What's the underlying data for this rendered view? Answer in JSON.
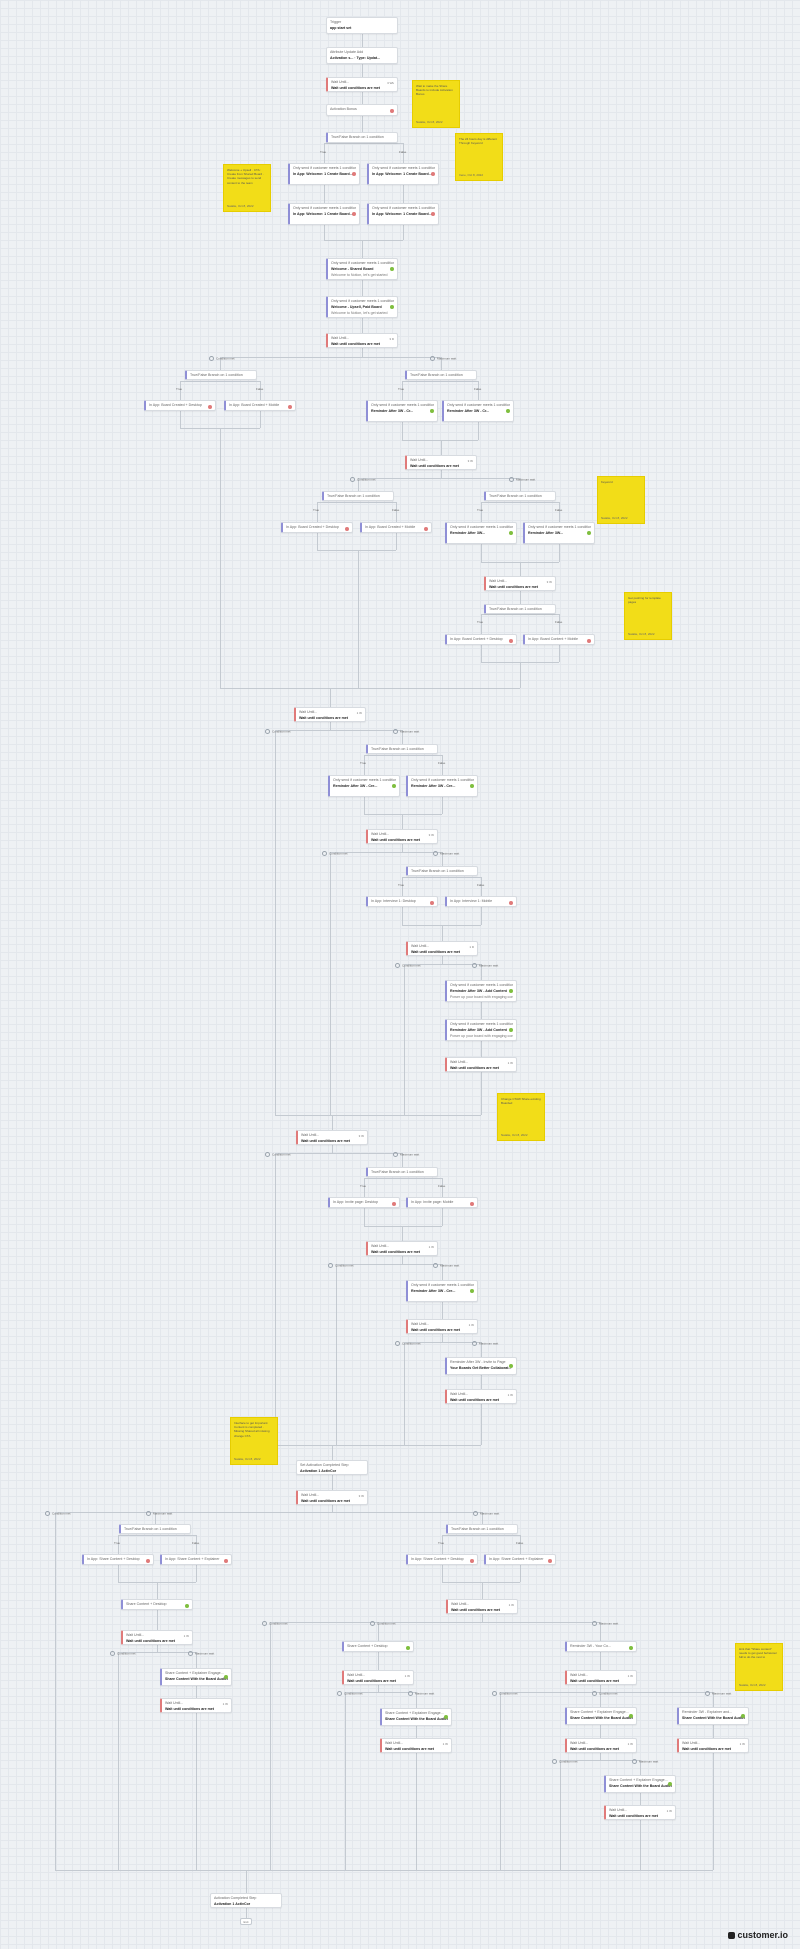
{
  "colors": {
    "note": "#f2dd18",
    "wait": "#e07a7a",
    "branch": "#8f8fd6",
    "good": "#7fbf3f",
    "bad": "#e07a7a",
    "wire": "#c4cad1"
  },
  "brand": {
    "name": "customer.io"
  },
  "labels": {
    "true": "True",
    "false": "False",
    "condition_met": "Condition met",
    "max_wait": "Maximum wait",
    "exit": "Exit"
  },
  "nodes": [
    {
      "id": "trigger",
      "title": "Trigger",
      "sub": "app start set",
      "type": "plain",
      "status": "none"
    },
    {
      "id": "attr1",
      "title": "Attribute Update Add",
      "sub": "Activation s... · Type: Updat...",
      "type": "plain",
      "status": "none"
    },
    {
      "id": "wait1",
      "title": "Wait Until...",
      "sub": "Wait until conditions are met",
      "type": "wait",
      "status": "none",
      "tag": "3 Wk"
    },
    {
      "id": "attr2",
      "title": "Activation Bonus",
      "sub": "",
      "type": "plain",
      "status": "bad"
    },
    {
      "id": "tb1",
      "title": "True/False Branch on 1 condition",
      "sub": "",
      "type": "branch",
      "status": "none"
    },
    {
      "id": "m1",
      "title": "Only send if customer meets 1 condition",
      "sub": "In App: Welcome: 1 Create Board...",
      "type": "msg",
      "status": "bad"
    },
    {
      "id": "m2",
      "title": "Only send if customer meets 1 condition",
      "sub": "In App: Welcome: 1 Create Board...",
      "type": "msg",
      "status": "bad"
    },
    {
      "id": "m3",
      "title": "Only send if customer meets 1 condition",
      "sub": "In App: Welcome: 1 Create Board...",
      "type": "msg",
      "status": "bad"
    },
    {
      "id": "m4",
      "title": "Only send if customer meets 1 condition",
      "sub": "In App: Welcome: 1 Create Board...",
      "type": "msg",
      "status": "bad"
    },
    {
      "id": "m5",
      "title": "Only send if customer meets 1 condition",
      "sub": "Welcome - Shared Board",
      "sub2": "Welcome to Notion, let's get started",
      "type": "msg",
      "status": "good"
    },
    {
      "id": "m6",
      "title": "Only send if customer meets 1 condition",
      "sub": "Welcome - Upsell, Paid Board",
      "sub2": "Welcome to Notion, let's get started",
      "type": "msg",
      "status": "good"
    },
    {
      "id": "wait2",
      "title": "Wait Until...",
      "sub": "Wait until conditions are met",
      "type": "wait",
      "status": "none",
      "tag": "3 D"
    },
    {
      "id": "tb2",
      "title": "True/False Branch on 1 condition",
      "sub": "",
      "type": "branch",
      "status": "none"
    },
    {
      "id": "tb3",
      "title": "True/False Branch on 1 condition",
      "sub": "",
      "type": "branch",
      "status": "none"
    },
    {
      "id": "ia1",
      "title": "In App: Board Created + Desktop",
      "sub": "",
      "type": "msg",
      "status": "bad"
    },
    {
      "id": "ia2",
      "title": "In App: Board Created + Mobile",
      "sub": "",
      "type": "msg",
      "status": "bad"
    },
    {
      "id": "m7",
      "title": "Only send if customer meets 1 condition",
      "sub": "Reminder After 3W - Cr...",
      "type": "msg",
      "status": "good"
    },
    {
      "id": "m8",
      "title": "Only send if customer meets 1 condition",
      "sub": "Reminder After 3W - Cr...",
      "type": "msg",
      "status": "good"
    },
    {
      "id": "wait3",
      "title": "Wait Until...",
      "sub": "Wait until conditions are met",
      "type": "wait",
      "status": "none",
      "tag": "3 W"
    },
    {
      "id": "tb4",
      "title": "True/False Branch on 1 condition",
      "sub": "",
      "type": "branch",
      "status": "none"
    },
    {
      "id": "tb5",
      "title": "True/False Branch on 1 condition",
      "sub": "",
      "type": "branch",
      "status": "none"
    },
    {
      "id": "ia3",
      "title": "In App: Board Created + Desktop",
      "sub": "",
      "type": "msg",
      "status": "bad"
    },
    {
      "id": "ia4",
      "title": "In App: Board Created + Mobile",
      "sub": "",
      "type": "msg",
      "status": "bad"
    },
    {
      "id": "m9",
      "title": "Only send if customer meets 1 condition",
      "sub": "Reminder After 3W...",
      "type": "msg",
      "status": "good"
    },
    {
      "id": "m10",
      "title": "Only send if customer meets 1 condition",
      "sub": "Reminder After 3W...",
      "type": "msg",
      "status": "good"
    },
    {
      "id": "wait4",
      "title": "Wait Until...",
      "sub": "Wait until conditions are met",
      "type": "wait",
      "status": "none",
      "tag": "3 W"
    },
    {
      "id": "tb6",
      "title": "True/False Branch on 1 condition",
      "sub": "",
      "type": "branch",
      "status": "none"
    },
    {
      "id": "ia5",
      "title": "In App: Board Content + Desktop",
      "sub": "",
      "type": "msg",
      "status": "bad"
    },
    {
      "id": "ia6",
      "title": "In App: Board Content + Mobile",
      "sub": "",
      "type": "msg",
      "status": "bad"
    },
    {
      "id": "wait5",
      "title": "Wait Until...",
      "sub": "Wait until conditions are met",
      "type": "wait",
      "status": "none",
      "tag": "1 W"
    },
    {
      "id": "tb7",
      "title": "True/False Branch on 1 condition",
      "sub": "",
      "type": "branch",
      "status": "none"
    },
    {
      "id": "m11",
      "title": "Only send if customer meets 1 condition",
      "sub": "Reminder After 3W - Cre...",
      "type": "msg",
      "status": "good"
    },
    {
      "id": "m12",
      "title": "Only send if customer meets 1 condition",
      "sub": "Reminder After 3W - Cre...",
      "type": "msg",
      "status": "good"
    },
    {
      "id": "wait6",
      "title": "Wait Until...",
      "sub": "Wait until conditions are met",
      "type": "wait",
      "status": "none",
      "tag": "3 W"
    },
    {
      "id": "tb8",
      "title": "True/False Branch on 1 condition",
      "sub": "",
      "type": "branch",
      "status": "none"
    },
    {
      "id": "ia7",
      "title": "In App: Interview 1: Desktop",
      "sub": "",
      "type": "msg",
      "status": "bad"
    },
    {
      "id": "ia8",
      "title": "In App: Interview 1: Mobile",
      "sub": "",
      "type": "msg",
      "status": "bad"
    },
    {
      "id": "wait7",
      "title": "Wait Until...",
      "sub": "Wait until conditions are met",
      "type": "wait",
      "status": "none",
      "tag": "1 D"
    },
    {
      "id": "m13",
      "title": "Only send if customer meets 1 condition",
      "sub": "Reminder After 3W - Add Content",
      "sub2": "Power up your board with engaging content",
      "type": "msg",
      "status": "good"
    },
    {
      "id": "m14",
      "title": "Only send if customer meets 1 condition",
      "sub": "Reminder After 3W - Add Content",
      "sub2": "Power up your board with engaging content",
      "type": "msg",
      "status": "good"
    },
    {
      "id": "wait8",
      "title": "Wait Until...",
      "sub": "Wait until conditions are met",
      "type": "wait",
      "status": "none",
      "tag": "1 W"
    },
    {
      "id": "wait9",
      "title": "Wait Until...",
      "sub": "Wait until conditions are met",
      "type": "wait",
      "status": "none",
      "tag": "3 W"
    },
    {
      "id": "tb9",
      "title": "True/False Branch on 1 condition",
      "sub": "",
      "type": "branch",
      "status": "none"
    },
    {
      "id": "ia9",
      "title": "In App: Invite page: Desktop",
      "sub": "",
      "type": "msg",
      "status": "bad"
    },
    {
      "id": "ia10",
      "title": "In App: Invite page: Mobile",
      "sub": "",
      "type": "msg",
      "status": "bad"
    },
    {
      "id": "wait10",
      "title": "Wait Until...",
      "sub": "Wait until conditions are met",
      "type": "wait",
      "status": "none",
      "tag": "1 W"
    },
    {
      "id": "m15",
      "title": "Only send if customer meets 1 condition",
      "sub": "Reminder After 3W - Cre...",
      "type": "msg",
      "status": "good"
    },
    {
      "id": "wait11",
      "title": "Wait Until...",
      "sub": "Wait until conditions are met",
      "type": "wait",
      "status": "none",
      "tag": "1 W"
    },
    {
      "id": "m16",
      "title": "Reminder After 3W - Invite to Page",
      "sub": "Your Boards Get Better Collaborat...",
      "type": "msg",
      "status": "good"
    },
    {
      "id": "wait12",
      "title": "Wait Until...",
      "sub": "Wait until conditions are met",
      "type": "wait",
      "status": "none",
      "tag": "1 W"
    },
    {
      "id": "attr3",
      "title": "Set Activation Completed Step",
      "sub": "Activation 1 ActivCor",
      "type": "plain",
      "status": "none"
    },
    {
      "id": "wait13",
      "title": "Wait Until...",
      "sub": "Wait until conditions are met",
      "type": "wait",
      "status": "none",
      "tag": "3 W"
    },
    {
      "id": "tb10",
      "title": "True/False Branch on 1 condition",
      "sub": "",
      "type": "branch",
      "status": "none"
    },
    {
      "id": "tb11",
      "title": "True/False Branch on 1 condition",
      "sub": "",
      "type": "branch",
      "status": "none"
    },
    {
      "id": "ia11",
      "title": "In App: Share Content + Desktop",
      "sub": "",
      "type": "msg",
      "status": "bad"
    },
    {
      "id": "ia12",
      "title": "In App: Share Content + Explainer",
      "sub": "",
      "type": "msg",
      "status": "bad"
    },
    {
      "id": "ia13",
      "title": "In App: Share Content + Desktop",
      "sub": "",
      "type": "msg",
      "status": "bad"
    },
    {
      "id": "ia14",
      "title": "In App: Share Content + Explainer",
      "sub": "",
      "type": "msg",
      "status": "bad"
    },
    {
      "id": "m17",
      "title": "Share Content + Desktop",
      "sub": "",
      "type": "msg",
      "status": "good"
    },
    {
      "id": "wait14",
      "title": "Wait Until...",
      "sub": "Wait until conditions are met",
      "type": "wait",
      "status": "none",
      "tag": "1 W"
    },
    {
      "id": "wait15",
      "title": "Wait Until...",
      "sub": "Wait until conditions are met",
      "type": "wait",
      "status": "none",
      "tag": "1 W"
    },
    {
      "id": "m18",
      "title": "Share Content + Explainer Engage...",
      "sub": "Share Content With the Board Audience",
      "type": "msg",
      "status": "good"
    },
    {
      "id": "wait16",
      "title": "Wait Until...",
      "sub": "Wait until conditions are met",
      "type": "wait",
      "status": "none",
      "tag": "1 W"
    },
    {
      "id": "m19",
      "title": "Share Content + Desktop",
      "sub": "",
      "type": "msg",
      "status": "good"
    },
    {
      "id": "wait17",
      "title": "Wait Until...",
      "sub": "Wait until conditions are met",
      "type": "wait",
      "status": "none",
      "tag": "1 W"
    },
    {
      "id": "m20",
      "title": "Reminder 3W - Your Co...",
      "sub": "",
      "type": "msg",
      "status": "good"
    },
    {
      "id": "wait18",
      "title": "Wait Until...",
      "sub": "Wait until conditions are met",
      "type": "wait",
      "status": "none",
      "tag": "1 W"
    },
    {
      "id": "m21",
      "title": "Share Content + Explainer Engage...",
      "sub": "Share Content With the Board Audience",
      "type": "msg",
      "status": "good"
    },
    {
      "id": "wait19",
      "title": "Wait Until...",
      "sub": "Wait until conditions are met",
      "type": "wait",
      "status": "none",
      "tag": "1 W"
    },
    {
      "id": "m22",
      "title": "Share Content + Explainer Engage...",
      "sub": "Share Content With the Board Audience",
      "type": "msg",
      "status": "good"
    },
    {
      "id": "m23",
      "title": "Reminder 3W - Explainer and...",
      "sub": "Share Content With the Board Audience",
      "type": "msg",
      "status": "good"
    },
    {
      "id": "wait20",
      "title": "Wait Until...",
      "sub": "Wait until conditions are met",
      "type": "wait",
      "status": "none",
      "tag": "1 W"
    },
    {
      "id": "m24",
      "title": "Share Content + Explainer Engage...",
      "sub": "Share Content With the Board Audience",
      "type": "msg",
      "status": "good"
    },
    {
      "id": "wait21",
      "title": "Wait Until...",
      "sub": "Wait until conditions are met",
      "type": "wait",
      "status": "none",
      "tag": "1 W"
    },
    {
      "id": "attr4",
      "title": "Activation Completed Step",
      "sub": "Activation 1 ActivCor",
      "type": "plain",
      "status": "none"
    }
  ],
  "notes": [
    {
      "id": "n1",
      "text": "Wait to make the Share Boards to include Activation Bonus",
      "sig": "Natalie, Oct 8, 2022"
    },
    {
      "id": "n2",
      "text": "The 24 hours day is different Through Keyword",
      "sig": "Irene, Oct 8, 2022"
    },
    {
      "id": "n3",
      "text": "Welcome + Upsell · CTA: Create from Shared Board · Create messages to send content to the team",
      "sig": "Natalie, Oct 8, 2022"
    },
    {
      "id": "n4",
      "text": "Keyword",
      "sig": "Natalie, Oct 8, 2022"
    },
    {
      "id": "n5",
      "text": "Get pushing for template pages",
      "sig": "Natalie, Oct 8, 2022"
    },
    {
      "id": "n6",
      "text": "Change CTAW Share existing Boarded",
      "sig": "Natalie, Oct 8, 2022"
    },
    {
      "id": "n7",
      "text": "Interface to get Important Content is completed · Missing Shared all missing change CTA",
      "sig": "Natalie, Oct 8, 2022"
    },
    {
      "id": "n8",
      "text": "Hint that \"Share content\" needs to get good behaviour full to do the next to",
      "sig": "Natalie, Oct 8, 2022"
    }
  ]
}
